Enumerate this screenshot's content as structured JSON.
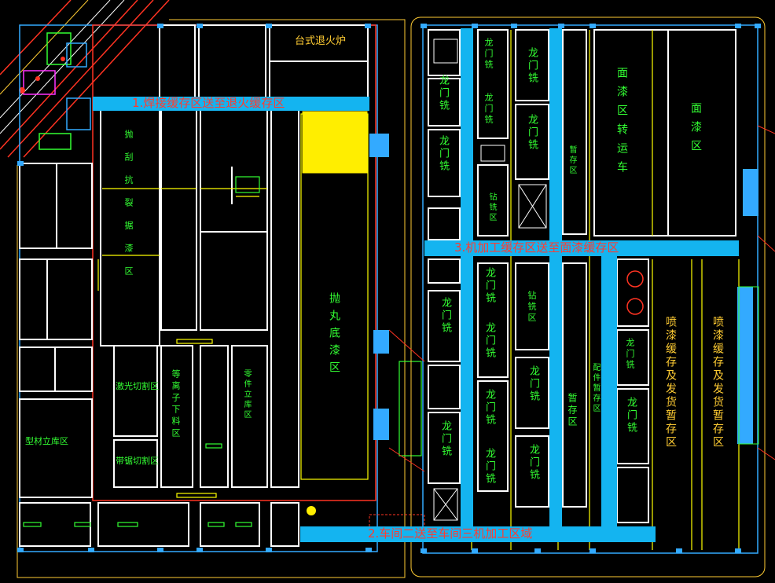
{
  "routes": {
    "r1": "1.焊接缓存区送至退火缓存区",
    "r2": "2.车间二送至车间三机加工区域",
    "r3": "3.机加工缓存区送至面漆缓存区"
  },
  "labels": {
    "annealing_furnace": "台式退火炉",
    "polish_crack": "抛刮抗裂据漆区",
    "shot_blast": "抛丸底漆区",
    "laser_cut": "激光切割区",
    "band_saw": "带锯切割区",
    "plasma_cut": "等离子下料区",
    "material_storage": "型材立库区",
    "parts_storage": "零件立库区",
    "gantry_mill": "龙门铣",
    "drill_area": "钻铣区",
    "storage_area": "暂存区",
    "parts_buffer": "配件暂存区",
    "topcoat_transfer": "面漆区转运车",
    "topcoat_area": "面漆区",
    "spray_buffer": "喷漆缓存及发货暂存区"
  },
  "colors": {
    "route_bar": "#14b4f0",
    "route_text": "#ff3b30",
    "wall": "#ffffff",
    "inner_wall": "#ffff00",
    "highlight": "#ffee00",
    "label_green": "#33ff33",
    "label_orange": "#ffcc33"
  }
}
